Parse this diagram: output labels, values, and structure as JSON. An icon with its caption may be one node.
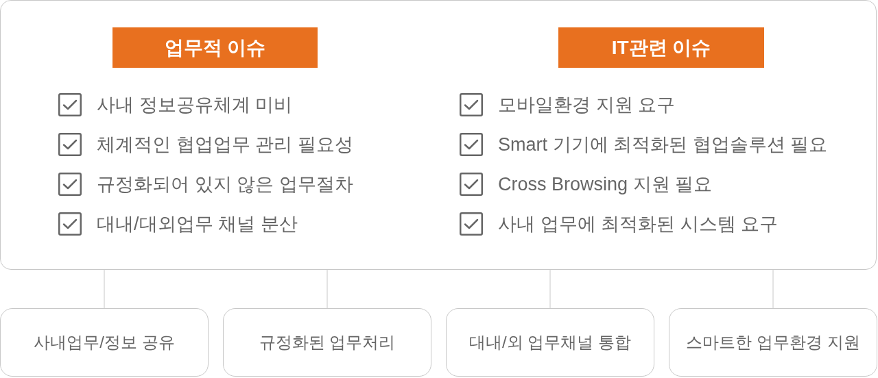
{
  "diagram": {
    "nodes": [
      {
        "text": [
          "사내 정보공유체계 미비",
          "체계적인 협업업무 관리 필요성",
          "규정화되어 있지 않은 업무절차",
          "대내/대외업무 채널 분산",
          "모바일환경 지원 요구",
          "Smart 기기에 최적화된 협업솔루션 필요",
          "Cross Browsing 지원 필요",
          "사내 업무에 최적화된 시스템 요구"
        ]
      },
      {
        "text": [
          "업무적 이슈"
        ],
        "in": 0
      },
      {
        "text": [
          "IT관련 이슈"
        ],
        "in": 0
      },
      {
        "text": [
          "사내업무/정보 공유"
        ]
      },
      {
        "text": [
          "규정화된 업무처리"
        ]
      },
      {
        "text": [
          "대내/외 업무채널 통합"
        ]
      },
      {
        "text": [
          "스마트한 업무환경 지원"
        ]
      }
    ],
    "edges": [
      {
        "from": 0,
        "to": 3,
        "arrow": "none"
      },
      {
        "from": 0,
        "to": 4,
        "arrow": "none"
      },
      {
        "from": 0,
        "to": 5,
        "arrow": "none"
      },
      {
        "from": 0,
        "to": 6,
        "arrow": "none"
      }
    ]
  }
}
